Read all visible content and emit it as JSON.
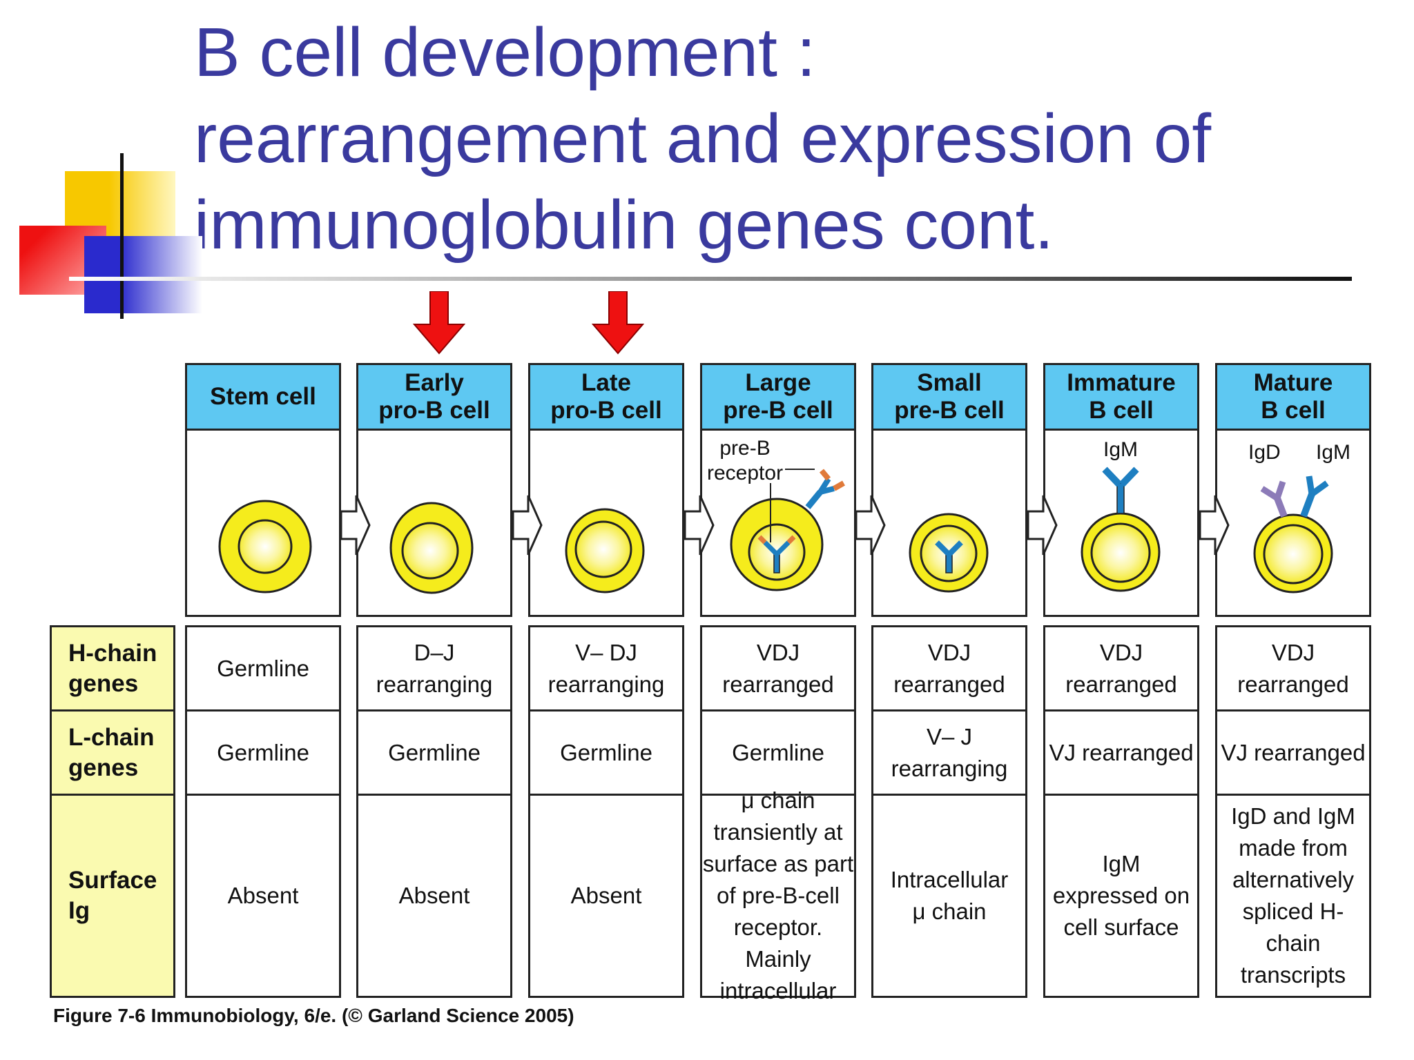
{
  "slide": {
    "title_lines": [
      "B cell development :",
      "rearrangement and expression of",
      "immunoglobulin genes cont."
    ],
    "caption": "Figure 7-6  Immunobiology, 6/e. (© Garland Science 2005)"
  },
  "colors": {
    "title": "#3a3a9e",
    "header_fill": "#5ec8f2",
    "row_label_fill": "#fafab0",
    "cell_yellow": "#f2ea1a",
    "highlight_arrow": "#ee1111",
    "antibody_blue": "#1e7fc1",
    "receptor_orange": "#e07a3a",
    "igd_purple": "#8c7bb8"
  },
  "stages": [
    {
      "header": "Stem cell",
      "h_chain": "Germline",
      "l_chain": "Germline",
      "surface_ig": "Absent"
    },
    {
      "header": "Early\npro-B cell",
      "h_chain": "D–J\nrearranging",
      "l_chain": "Germline",
      "surface_ig": "Absent"
    },
    {
      "header": "Late\npro-B cell",
      "h_chain": "V– DJ\nrearranging",
      "l_chain": "Germline",
      "surface_ig": "Absent"
    },
    {
      "header": "Large\npre-B cell",
      "h_chain": "VDJ\nrearranged",
      "l_chain": "Germline",
      "surface_ig": "μ chain\ntransiently at\nsurface as part\nof pre-B-cell\nreceptor. Mainly\nintracellular"
    },
    {
      "header": "Small\npre-B cell",
      "h_chain": "VDJ\nrearranged",
      "l_chain": "V– J\nrearranging",
      "surface_ig": "Intracellular\nμ chain"
    },
    {
      "header": "Immature\nB cell",
      "h_chain": "VDJ\nrearranged",
      "l_chain": "VJ  rearranged",
      "surface_ig": "IgM\nexpressed on\ncell surface"
    },
    {
      "header": "Mature\nB cell",
      "h_chain": "VDJ\nrearranged",
      "l_chain": "VJ  rearranged",
      "surface_ig": "IgD and IgM\nmade from\nalternatively\nspliced H-chain\ntranscripts"
    }
  ],
  "row_labels": {
    "h_chain": "H-chain\ngenes",
    "l_chain": "L-chain\ngenes",
    "surface_ig": "Surface\nIg"
  },
  "cell_labels": {
    "pre_b_receptor": "pre-B\nreceptor",
    "igm_immature": "IgM",
    "igd_mature": "IgD",
    "igm_mature": "IgM"
  }
}
